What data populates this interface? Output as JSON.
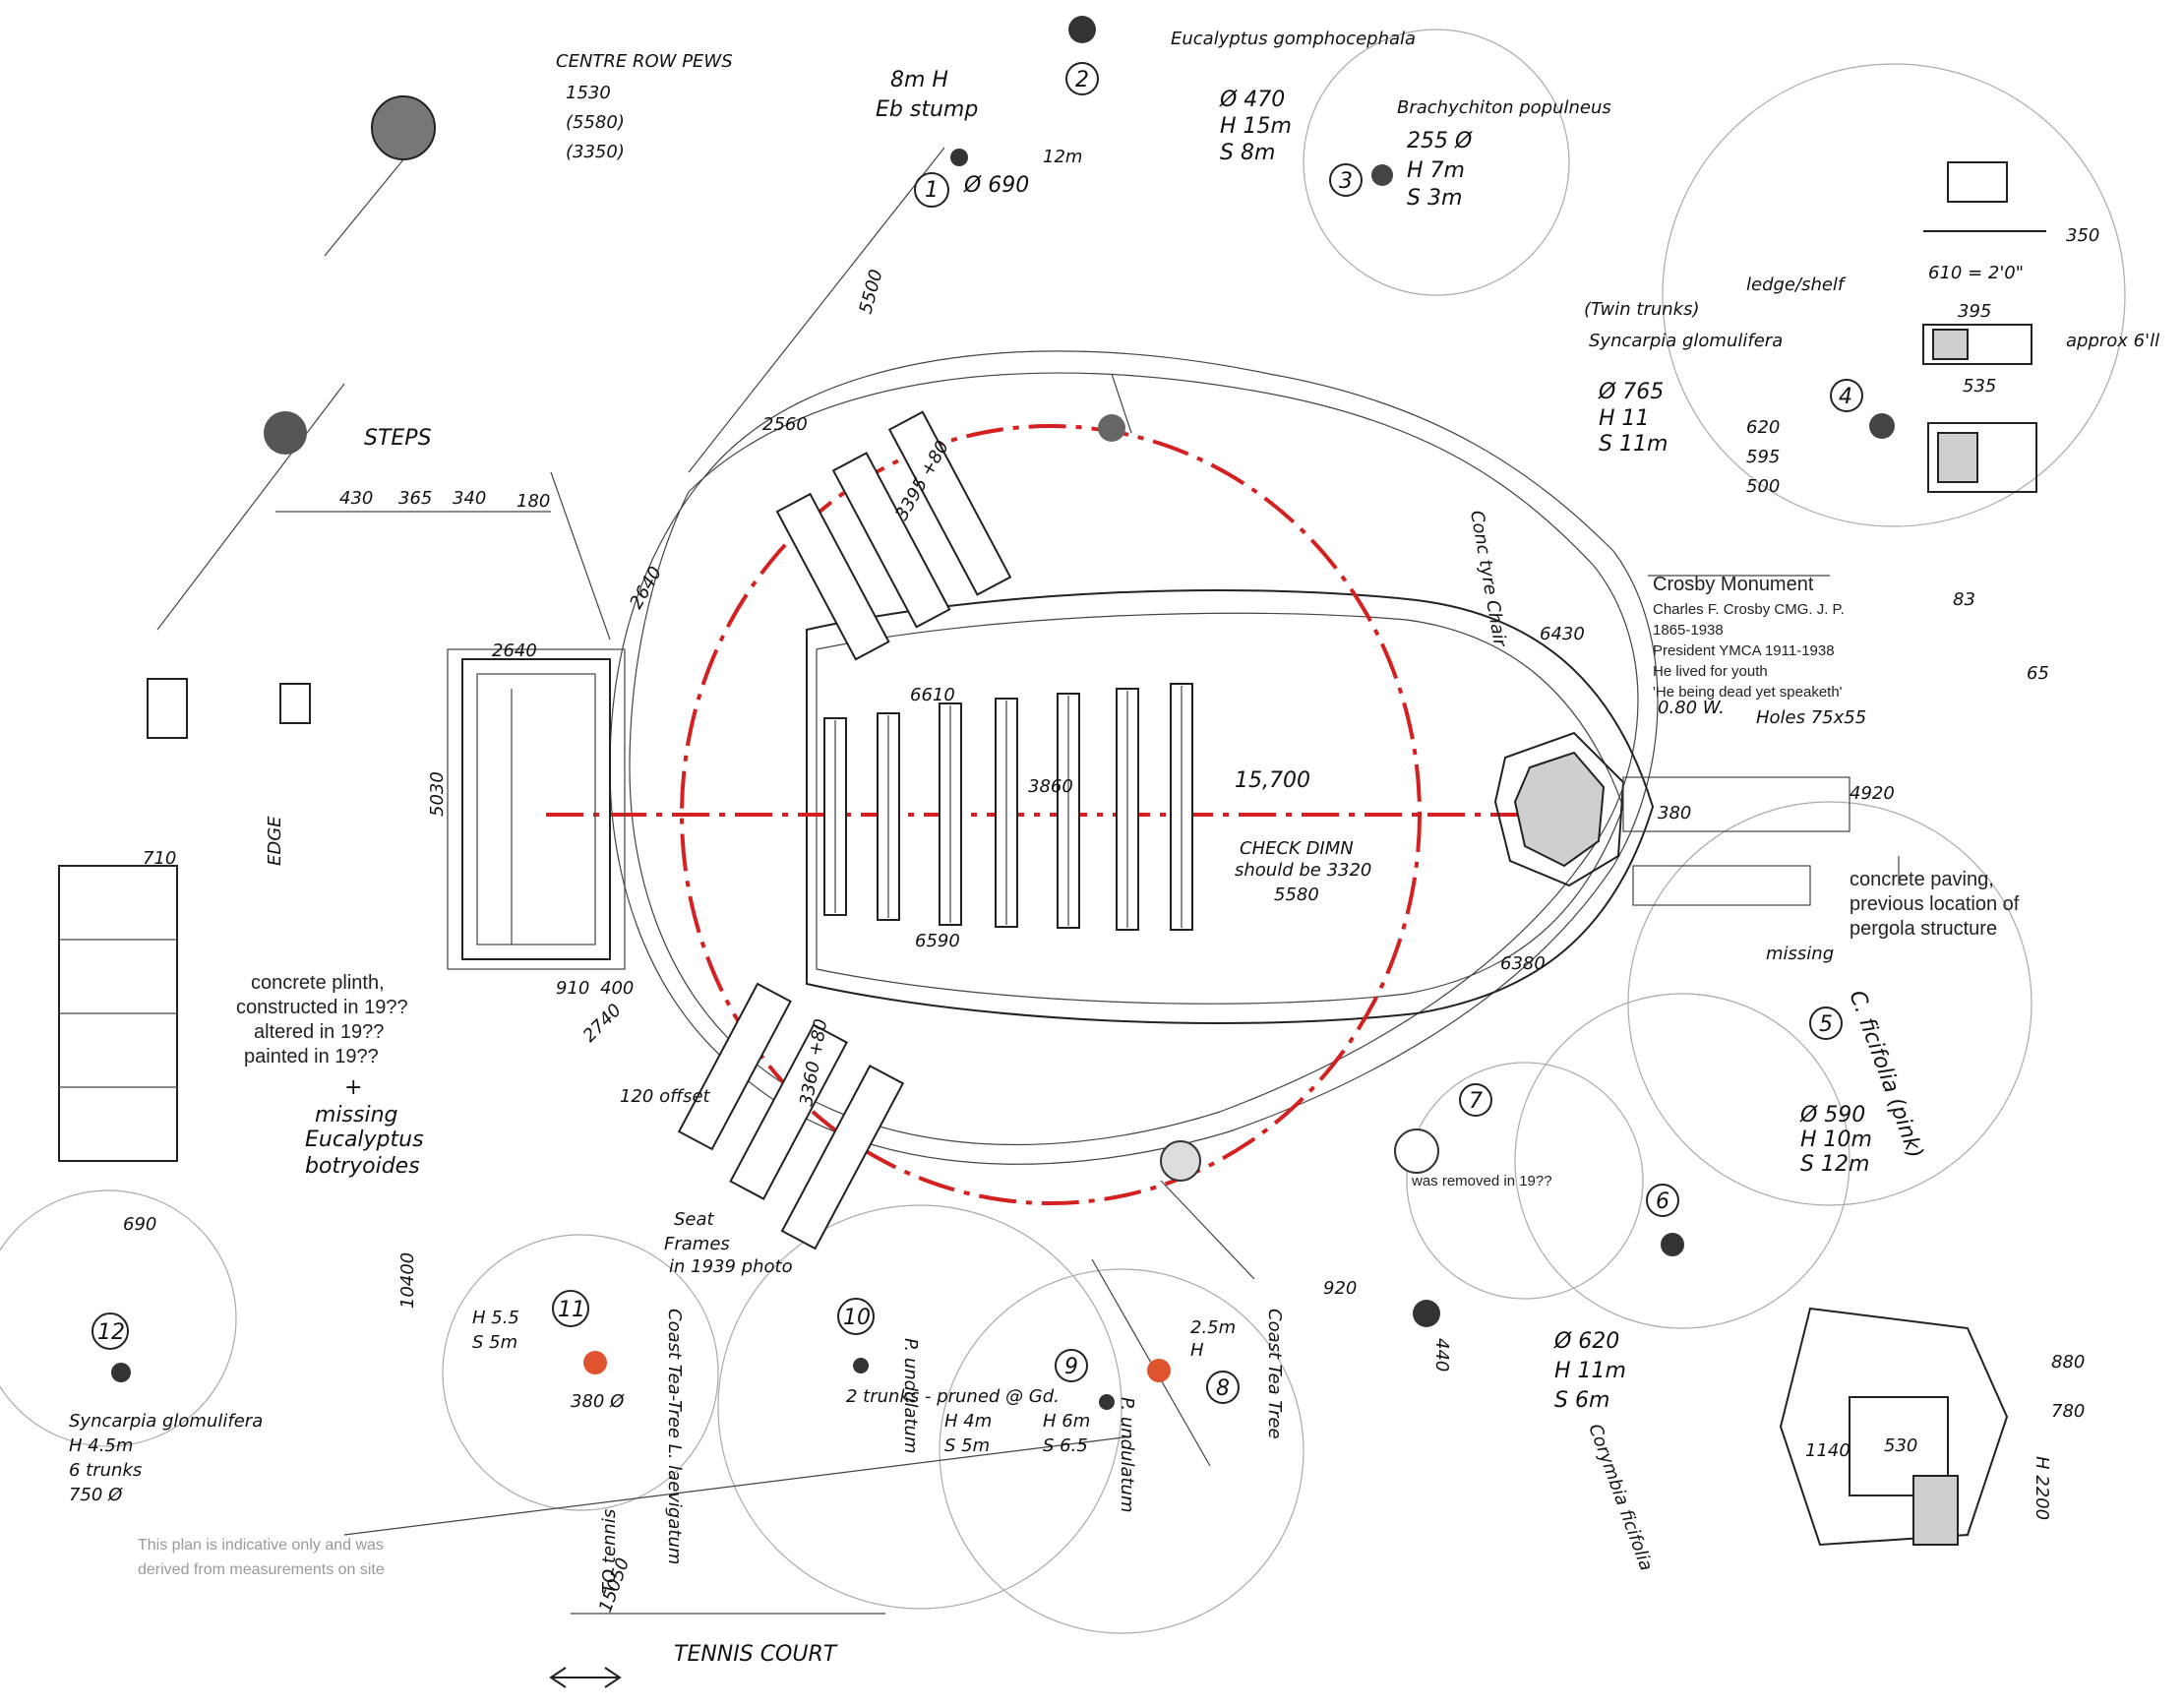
{
  "sheet": {
    "title_typed": "Crosby Monument",
    "monument_lines": [
      "Charles F. Crosby CMG. J. P.",
      "1865-1938",
      "President YMCA 1911-1938",
      "He lived for youth",
      "'He being dead yet speaketh'"
    ],
    "note_plinth": [
      "concrete plinth,",
      "constructed in 19??",
      "altered in 19??",
      "painted in 19??"
    ],
    "note_paving": [
      "concrete paving,",
      "previous location of",
      "pergola structure"
    ],
    "note_indicative": [
      "This plan is indicative only and was",
      "derived from measurements on site"
    ],
    "note_removed": "was removed in 19??",
    "seat_frames": [
      "Seat",
      "Frames",
      "in 1939 photo"
    ]
  },
  "labels": {
    "centre_row_pews": "CENTRE ROW PEWS",
    "pews_dims": [
      "1530",
      "(5580)",
      "(3350)"
    ],
    "steps": "STEPS",
    "steps_dims": [
      "430",
      "365",
      "340",
      "180"
    ],
    "edge": "EDGE",
    "check_dimn": "CHECK DIMN",
    "should_be": "should be 3320",
    "tennis_court": "TENNIS COURT",
    "to_tennis": "TO tennis",
    "missing_eucalyptus": [
      "+",
      "missing",
      "Eucalyptus",
      "botryoides"
    ],
    "conc_tyre_chair": "Conc tyre Chair",
    "holes": "Holes 75x55",
    "missing": "missing",
    "approx": "approx 6'll",
    "twin_trunks": "(Twin trunks)",
    "ledge_shelf": "ledge/shelf"
  },
  "dimensions": {
    "d2560": "2560",
    "d2640": "2640",
    "d6610": "6610",
    "d6590": "6590",
    "d5030": "5030",
    "d3860": "3860",
    "d5580": "5580",
    "d15700": "15,700",
    "d6430": "6430",
    "d6380": "6380",
    "d4920": "4920",
    "d380": "380",
    "d2740": "2740",
    "d2640b": "2640",
    "d3395": "3395 +80",
    "d3360": "3360 +80",
    "d5500": "5500",
    "d15050": "15050",
    "d10400": "10400",
    "d910": "910",
    "d400": "400",
    "d710": "710",
    "d690": "690",
    "d920": "920",
    "d440": "440",
    "d880": "880",
    "d780": "780",
    "dH2200": "H 2200",
    "d1140": "1140",
    "d530": "530",
    "d610": "610 = 2'0\"",
    "d350": "350",
    "d620": "620",
    "d595": "595",
    "d500": "500",
    "d535": "535",
    "d395": "395",
    "d83": "83",
    "d65": "65",
    "d0_80": "0.80 W.",
    "d12m": "12m",
    "d120offset": "120 offset"
  },
  "trees": [
    {
      "num": "1",
      "name": "Eb stump",
      "spec": [
        "8m H",
        "Ø 690"
      ]
    },
    {
      "num": "2",
      "name": "Eucalyptus gomphocephala",
      "spec": [
        "Ø 470",
        "H 15m",
        "S 8m"
      ]
    },
    {
      "num": "3",
      "name": "Brachychiton populneus",
      "spec": [
        "255 Ø",
        "H 7m",
        "S 3m"
      ]
    },
    {
      "num": "4",
      "name": "Syncarpia glomulifera",
      "spec": [
        "Ø 765",
        "H 11",
        "S 11m"
      ]
    },
    {
      "num": "5",
      "name": "C. ficifolia (pink)",
      "spec": [
        "Ø 590",
        "H 10m",
        "S 12m"
      ]
    },
    {
      "num": "6",
      "name": "Corymbia ficifolia",
      "spec": [
        "Ø 620",
        "H 11m",
        "S 6m"
      ]
    },
    {
      "num": "7",
      "name": "",
      "spec": []
    },
    {
      "num": "8",
      "name": "Coast Tea Tree",
      "spec": [
        "2.5m",
        "H"
      ]
    },
    {
      "num": "9",
      "name": "P. undulatum",
      "spec": [
        "H 6m",
        "S 6.5"
      ]
    },
    {
      "num": "10",
      "name": "P. undulatum",
      "spec": [
        "H 4m",
        "S 5m",
        "2 trunks - pruned @ Gd."
      ]
    },
    {
      "num": "11",
      "name": "Coast Tea-Tree L. laevigatum",
      "spec": [
        "H 5.5",
        "S 5m",
        "380 Ø"
      ]
    },
    {
      "num": "12",
      "name": "Syncarpia glomulifera",
      "spec": [
        "H 4.5m",
        "6 trunks",
        "750 Ø"
      ]
    }
  ],
  "colors": {
    "ink": "#1a1a1a",
    "pencil": "#9a9a9a",
    "red_axis": "#d42020",
    "marker_fill": "#e0532f"
  },
  "icons": {
    "north_arrow": "north-arrow-icon",
    "tree_marker": "tree-circle-icon"
  }
}
